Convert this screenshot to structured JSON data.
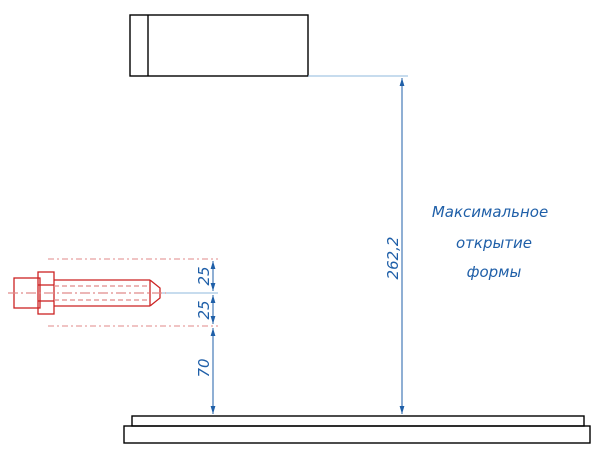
{
  "note": {
    "line1": "Максимальное",
    "line2": "открытие",
    "line3": "формы"
  },
  "dimensions": {
    "max_opening": "262,2",
    "upper_gap": "25",
    "lower_gap": "25",
    "base_height": "70"
  },
  "colors": {
    "outline": "#000000",
    "dimension": "#1f5fa8",
    "dimension_light": "#8fb8dd",
    "part": "#cc2222",
    "part_hidden": "#e08a8a"
  }
}
